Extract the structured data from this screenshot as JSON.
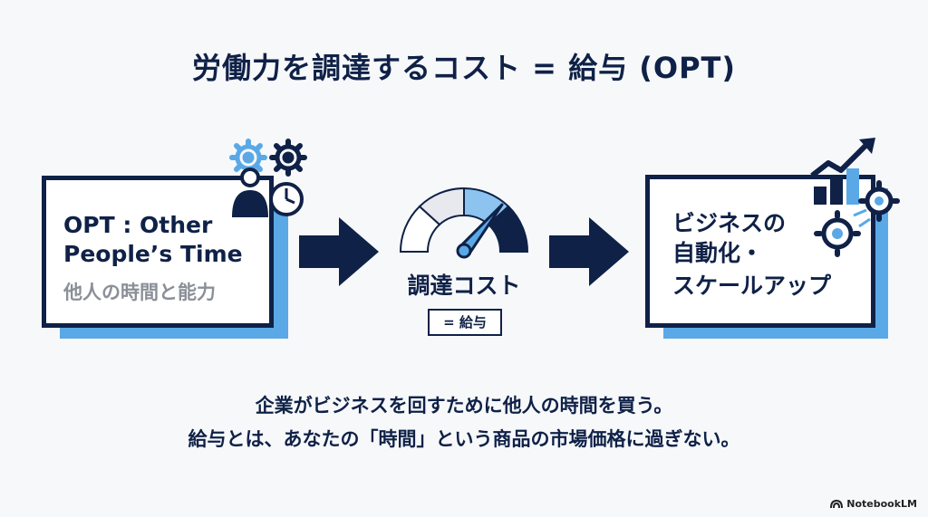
{
  "title": "労働力を調達するコスト = 給与 (OPT)",
  "left_box": {
    "line1": "OPT : Other",
    "line2": "People’s Time",
    "subtitle": "他人の時間と能力"
  },
  "center": {
    "label": "調達コスト",
    "tag": "= 給与"
  },
  "right_box": {
    "line1": "ビジネスの",
    "line2": "自動化・",
    "line3": "スケールアップ"
  },
  "caption": {
    "line1": "企業がビジネスを回すために他人の時間を買う。",
    "line2": "給与とは、あなたの「時間」という商品の市場価格に過ぎない。"
  },
  "brand": "NotebookLM",
  "colors": {
    "navy": "#0f2147",
    "accent_blue": "#5aa9e6",
    "gray_text": "#8a8f98"
  },
  "icons": [
    "person-icon",
    "gear-icon",
    "clock-icon",
    "gauge-icon",
    "arrow-right-icon",
    "bar-chart-up-icon",
    "gears-icon"
  ]
}
